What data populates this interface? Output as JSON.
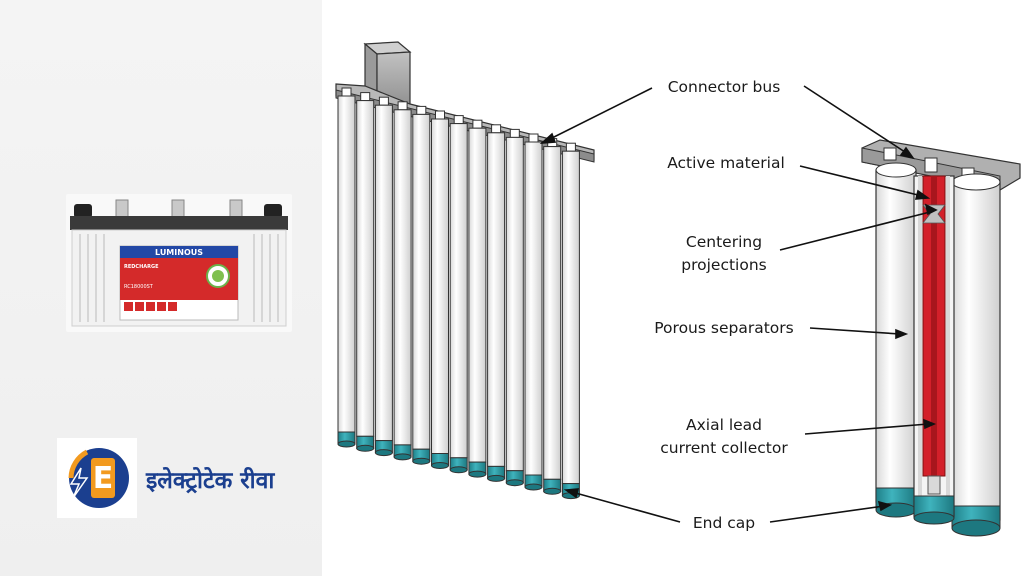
{
  "left_panel": {
    "battery": {
      "brand": "LUMINOUS",
      "series": "REDCHARGE",
      "model": "RC18000ST"
    },
    "logo": {
      "letter": "E",
      "name": "इलेक्ट्रोटेक रीवा"
    }
  },
  "diagram": {
    "labels": {
      "connector_bus": "Connector bus",
      "active_material": "Active material",
      "centering_1": "Centering",
      "centering_2": "projections",
      "porous_separators": "Porous separators",
      "axial_1": "Axial lead",
      "axial_2": "current collector",
      "end_cap": "End cap"
    },
    "colors": {
      "tube": "#ffffff",
      "bus": "#a9a9a9",
      "active": "#d3202a",
      "cap": "#2a9aa5",
      "logo_blue": "#1b3f8f",
      "logo_orange": "#f29a1f"
    }
  }
}
